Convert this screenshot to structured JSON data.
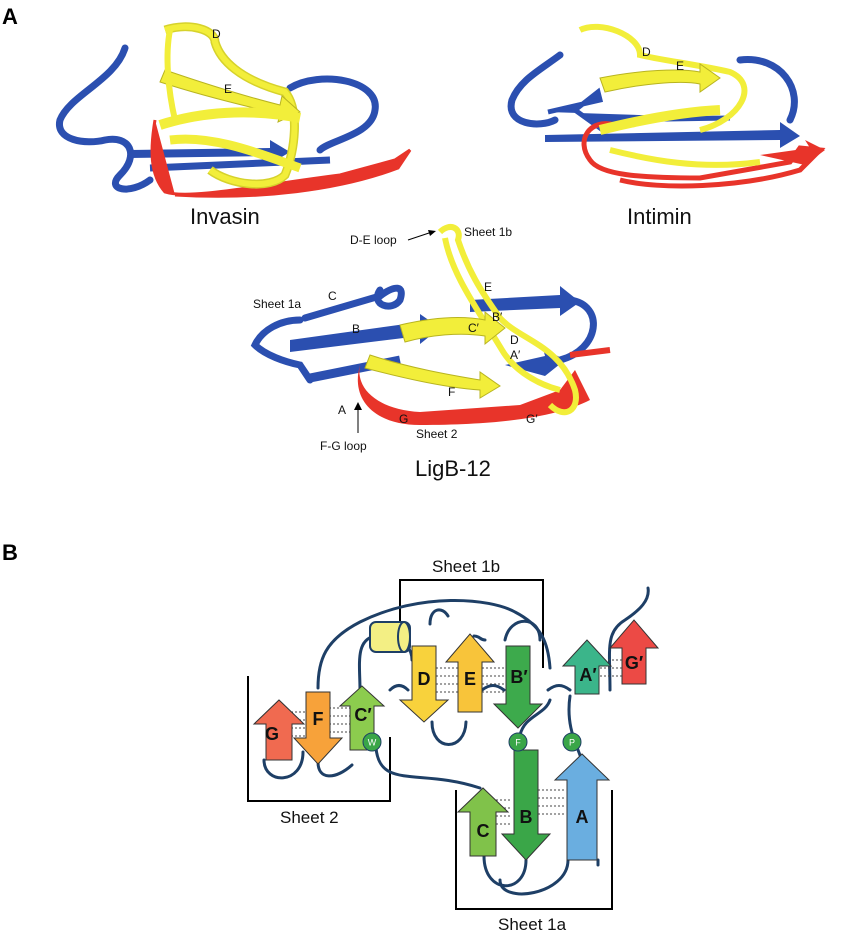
{
  "panels": {
    "a_letter": "A",
    "b_letter": "B"
  },
  "panel_a": {
    "invasin": {
      "title": "Invasin",
      "labels": [
        "D",
        "E"
      ]
    },
    "intimin": {
      "title": "Intimin",
      "labels": [
        "D",
        "E"
      ]
    },
    "ligb12": {
      "title": "LigB-12",
      "labels": {
        "de_loop": "D-E loop",
        "sheet1b": "Sheet 1b",
        "sheet1a": "Sheet 1a",
        "c": "C",
        "b": "B",
        "e": "E",
        "b_prime": "B′",
        "c_prime": "C′",
        "d": "D",
        "a_prime": "A′",
        "f": "F",
        "a": "A",
        "g": "G",
        "g_prime": "G′",
        "sheet2": "Sheet 2",
        "fg_loop": "F-G loop"
      }
    },
    "colors": {
      "blue": "#2b4fb0",
      "yellow": "#f2ee3a",
      "red": "#e8342a"
    }
  },
  "panel_b": {
    "boxes": {
      "sheet1b": "Sheet 1b",
      "sheet2": "Sheet 2",
      "sheet1a": "Sheet 1a"
    },
    "strands": {
      "g": "G",
      "f": "F",
      "c_prime": "C′",
      "d": "D",
      "e": "E",
      "b_prime": "B′",
      "a_prime": "A′",
      "g_prime": "G′",
      "c": "C",
      "b": "B",
      "a": "A"
    },
    "residues": {
      "w": "W",
      "f": "F",
      "p": "P"
    },
    "colors": {
      "g": "#f06a50",
      "f": "#f7a23a",
      "c_prime": "#8ccc4e",
      "d": "#f8d23c",
      "e": "#f8c43a",
      "b_prime": "#3daa4c",
      "a_prime": "#3bb58a",
      "g_prime": "#ec4a45",
      "c": "#80c24a",
      "b": "#3aa648",
      "a": "#6aaee0",
      "helix": "#f3ef84",
      "loop": "#1e3f66",
      "residue": "#3aa648"
    }
  }
}
